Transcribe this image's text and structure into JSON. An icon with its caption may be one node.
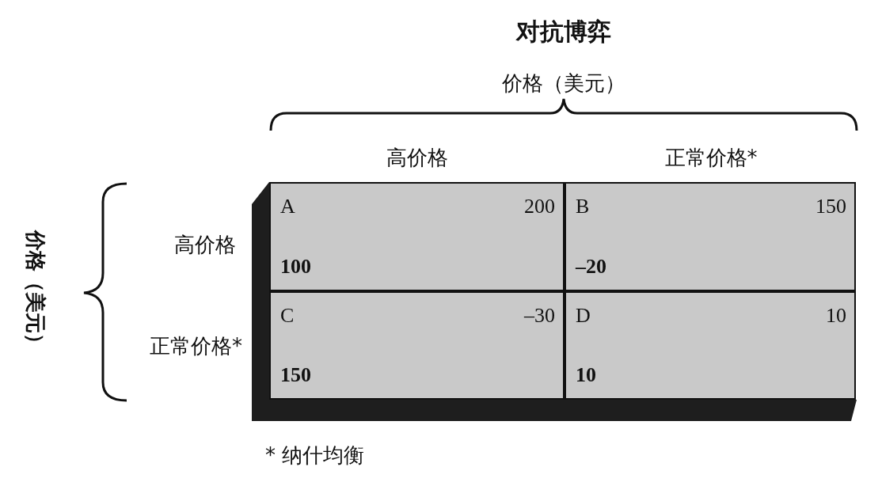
{
  "diagram": {
    "title": "对抗博弈",
    "labels": [
      "价格（美元）",
      "高价格",
      "正常价格*",
      "价格（美元）",
      "高价格",
      "正常价格*",
      "A",
      "200",
      "100",
      "B",
      "150",
      "–20",
      "C",
      "–30",
      "150",
      "D",
      "10",
      "10",
      "* 纳什均衡"
    ]
  }
}
